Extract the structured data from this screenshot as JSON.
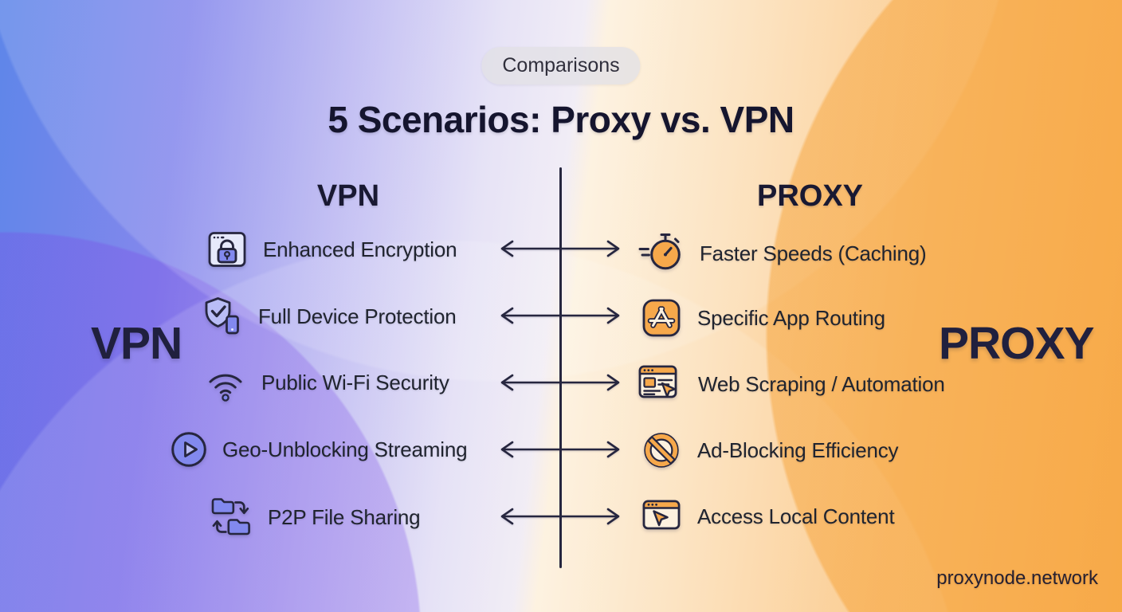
{
  "badge": {
    "label": "Comparisons"
  },
  "title": "5 Scenarios: Proxy vs. VPN",
  "watermark": "proxynode.network",
  "vpn": {
    "header": "VPN",
    "side_label": "VPN",
    "items": [
      {
        "icon": "secure-browser-lock-icon",
        "label": "Enhanced Encryption"
      },
      {
        "icon": "shield-check-device-icon",
        "label": "Full Device Protection"
      },
      {
        "icon": "wifi-icon",
        "label": "Public Wi-Fi Security"
      },
      {
        "icon": "play-circle-icon",
        "label": "Geo-Unblocking Streaming"
      },
      {
        "icon": "folders-transfer-icon",
        "label": "P2P File Sharing"
      }
    ]
  },
  "proxy": {
    "header": "PROXY",
    "side_label": "PROXY",
    "items": [
      {
        "icon": "stopwatch-speed-icon",
        "label": "Faster Speeds (Caching)"
      },
      {
        "icon": "app-store-icon",
        "label": "Specific App Routing"
      },
      {
        "icon": "browser-automation-icon",
        "label": "Web Scraping / Automation"
      },
      {
        "icon": "block-sign-icon",
        "label": "Ad-Blocking Efficiency"
      },
      {
        "icon": "browser-cursor-icon",
        "label": "Access Local Content"
      }
    ]
  },
  "colors": {
    "ink": "#26263f",
    "vpn_accent": "#8289ee",
    "vpn_light": "#b9bdf6",
    "vpn_pale": "#e6e9fb",
    "proxy_accent": "#f6a84b",
    "proxy_pale": "#fdf1df"
  }
}
